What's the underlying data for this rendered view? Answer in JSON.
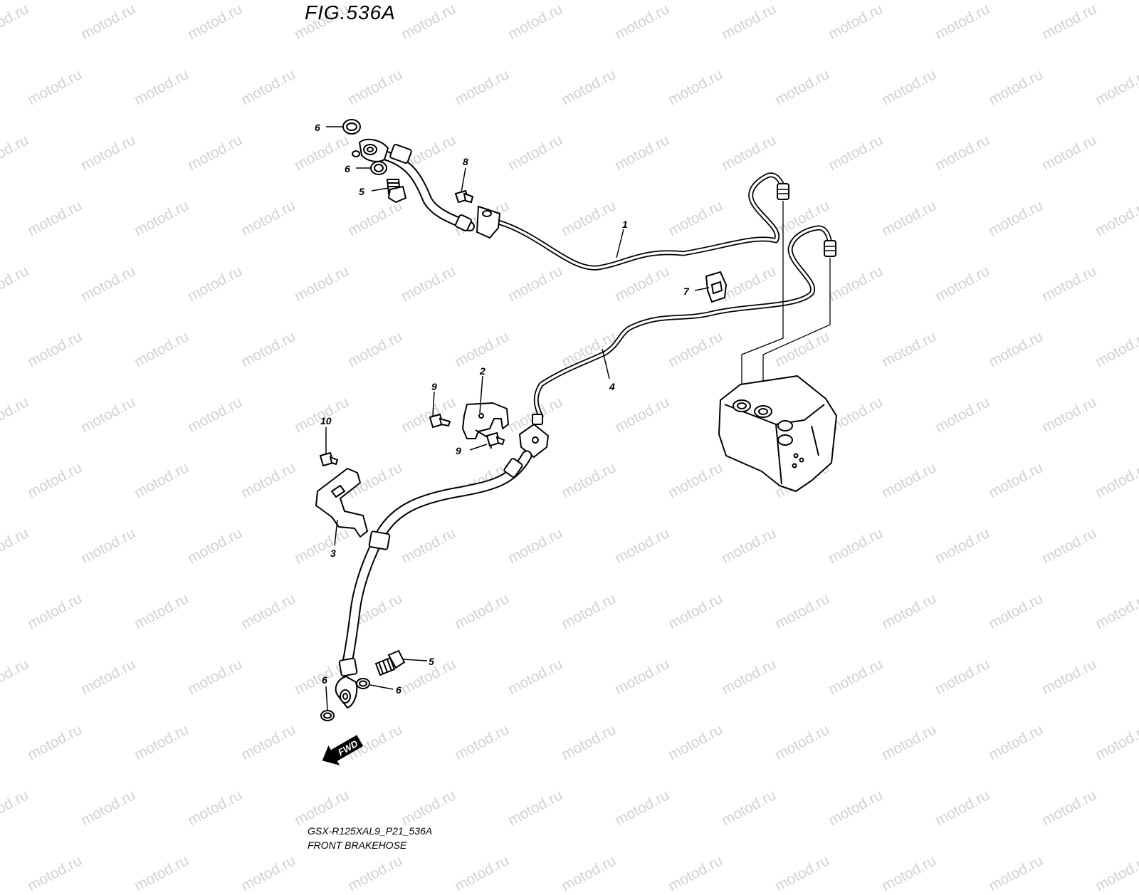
{
  "figure": {
    "title": "FIG.536A",
    "code": "GSX-R125XAL9_P21_536A",
    "name": "FRONT BRAKEHOSE"
  },
  "watermark": {
    "text": "motod.ru",
    "color": "#d2d2d2"
  },
  "direction_badge": {
    "label": "FWD"
  },
  "callouts": [
    {
      "id": "c-6a",
      "label": "6"
    },
    {
      "id": "c-6b",
      "label": "6"
    },
    {
      "id": "c-5a",
      "label": "5"
    },
    {
      "id": "c-8",
      "label": "8"
    },
    {
      "id": "c-1",
      "label": "1"
    },
    {
      "id": "c-7",
      "label": "7"
    },
    {
      "id": "c-4",
      "label": "4"
    },
    {
      "id": "c-2",
      "label": "2"
    },
    {
      "id": "c-9a",
      "label": "9"
    },
    {
      "id": "c-9b",
      "label": "9"
    },
    {
      "id": "c-10",
      "label": "10"
    },
    {
      "id": "c-3",
      "label": "3"
    },
    {
      "id": "c-5b",
      "label": "5"
    },
    {
      "id": "c-6c",
      "label": "6"
    },
    {
      "id": "c-6d",
      "label": "6"
    }
  ],
  "icons": [
    "washer-icon",
    "banjo-fitting-icon",
    "banjo-bolt-icon",
    "hose-clamp-icon",
    "abs-unit-icon",
    "bracket-icon",
    "fwd-arrow-icon"
  ]
}
